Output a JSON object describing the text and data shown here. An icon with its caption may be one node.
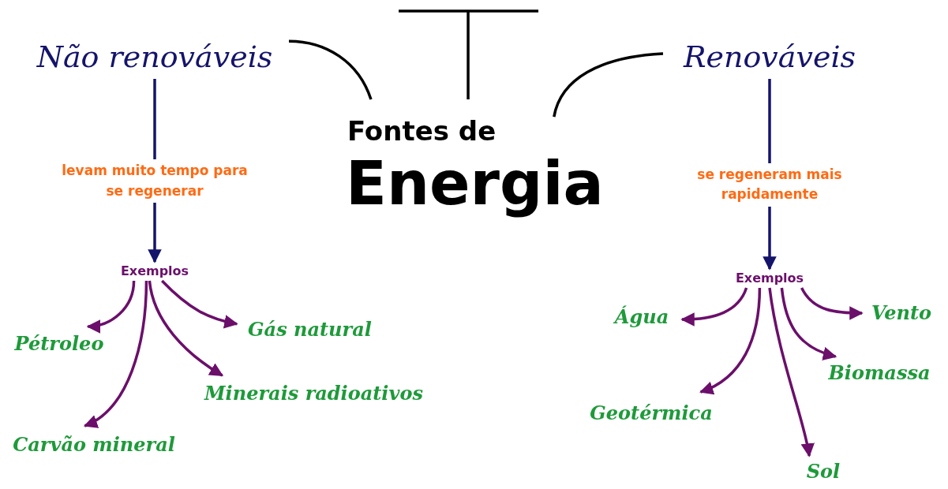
{
  "diagram": {
    "nodes": [
      {
        "text": [
          "Não renováveis"
        ]
      },
      {
        "text": [
          "Fontes de",
          "Energia"
        ]
      },
      {
        "text": [
          "Renováveis"
        ]
      },
      {
        "text": [
          "Exemplos"
        ]
      },
      {
        "text": [
          "Pétroleo"
        ]
      },
      {
        "text": [
          "Gás natural"
        ]
      },
      {
        "text": [
          "Minerais radioativos"
        ]
      },
      {
        "text": [
          "Carvão mineral"
        ]
      },
      {
        "text": [
          "Exemplos"
        ]
      },
      {
        "text": [
          "Água"
        ]
      },
      {
        "text": [
          "Vento"
        ]
      },
      {
        "text": [
          "Biomassa"
        ]
      },
      {
        "text": [
          "Geotérmica"
        ]
      },
      {
        "text": [
          "Sol"
        ]
      }
    ],
    "edges": [
      {
        "from": 1,
        "to": 0,
        "arrow": "none",
        "color": "#000000"
      },
      {
        "from": 1,
        "to": 2,
        "arrow": "none",
        "color": "#000000"
      },
      {
        "from": 1,
        "to": null,
        "arrow": "none",
        "color": "#000000"
      },
      {
        "from": 0,
        "to": 3,
        "arrow": "to",
        "label": "levam muito tempo para se regenerar",
        "color": "#14146b"
      },
      {
        "from": 2,
        "to": 8,
        "arrow": "to",
        "label": "se regeneram mais rapidamente",
        "color": "#14146b"
      },
      {
        "from": 3,
        "to": 4,
        "arrow": "to"
      },
      {
        "from": 3,
        "to": 5,
        "arrow": "to"
      },
      {
        "from": 3,
        "to": 6,
        "arrow": "to"
      },
      {
        "from": 3,
        "to": 7,
        "arrow": "to"
      },
      {
        "from": 8,
        "to": 9,
        "arrow": "to"
      },
      {
        "from": 8,
        "to": 10,
        "arrow": "to"
      },
      {
        "from": 8,
        "to": 11,
        "arrow": "to"
      },
      {
        "from": 8,
        "to": 12,
        "arrow": "to"
      },
      {
        "from": 8,
        "to": 13,
        "arrow": "to"
      }
    ]
  }
}
